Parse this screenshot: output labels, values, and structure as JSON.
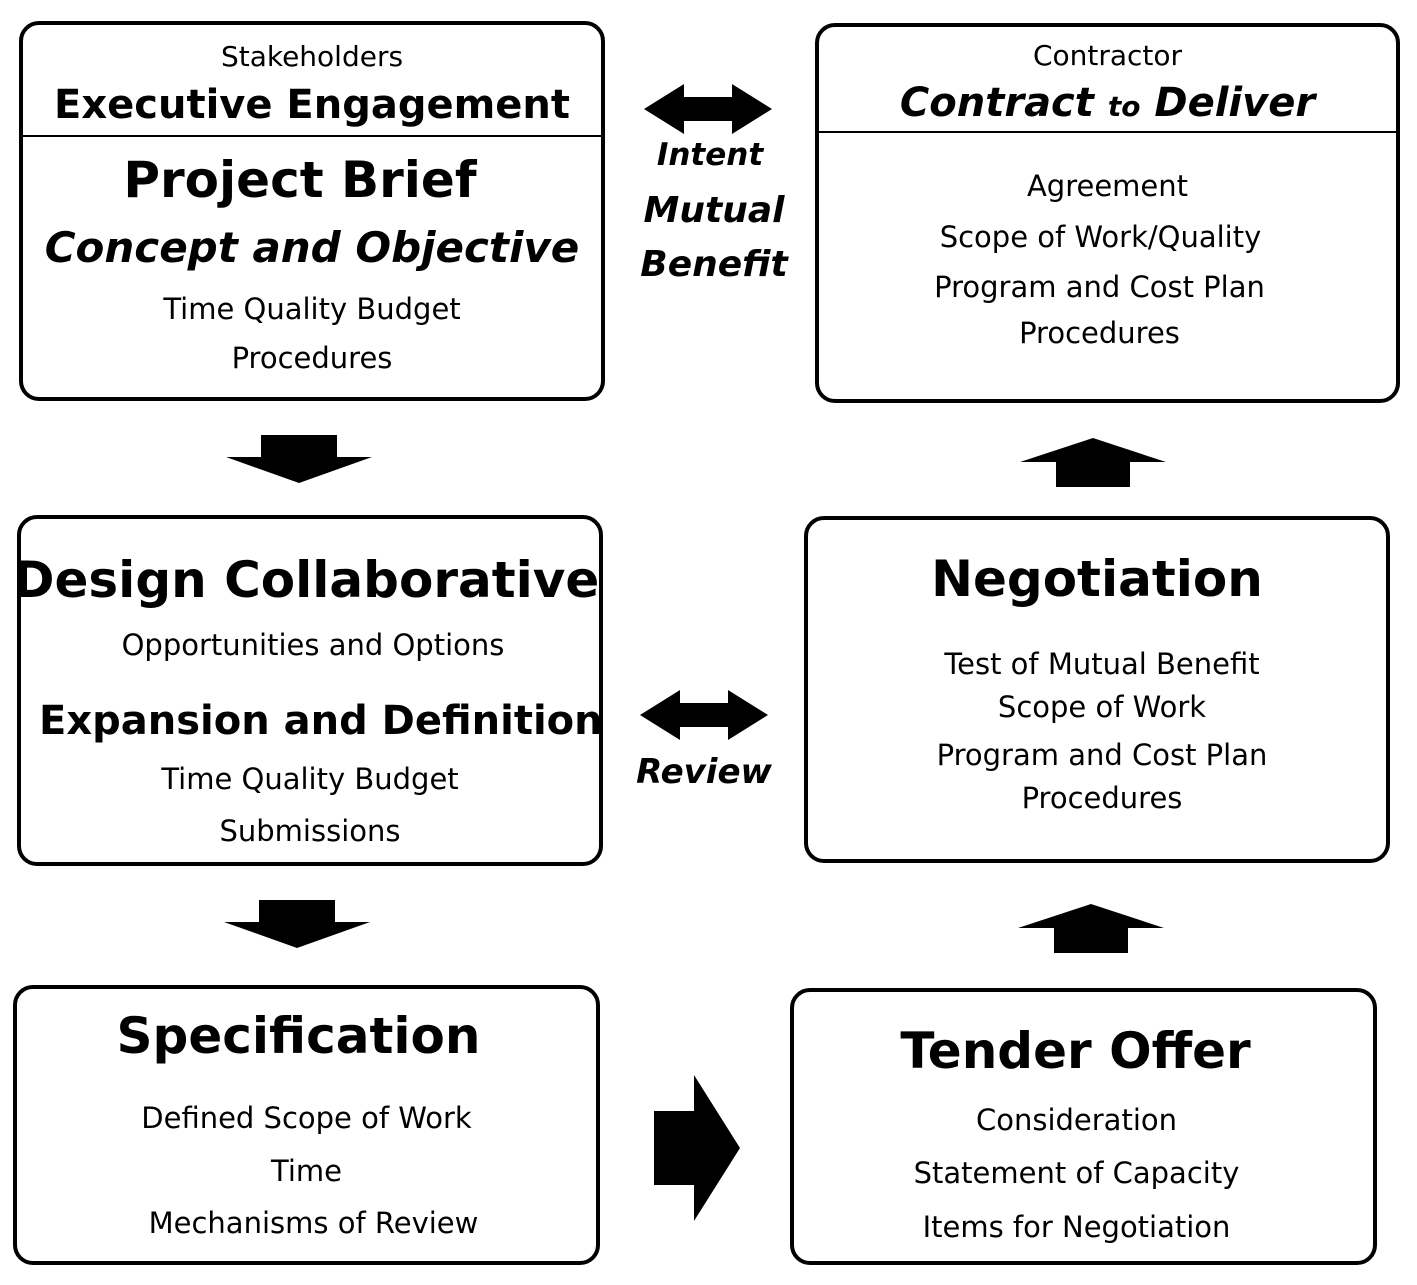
{
  "boxes": {
    "project_brief": {
      "header_small": "Stakeholders",
      "header_main": "Executive Engagement",
      "title": "Project Brief",
      "subtitle": "Concept and Objective",
      "items": [
        "Time Quality Budget",
        "Procedures"
      ]
    },
    "contract": {
      "header_small": "Contractor",
      "header_main_a": "Contract",
      "header_main_b": "to",
      "header_main_c": "Deliver",
      "items": [
        "Agreement",
        "Scope of Work/Quality",
        "Program and Cost Plan",
        "Procedures"
      ]
    },
    "design": {
      "title": "Design Collaborative",
      "line1": "Opportunities and Options",
      "subtitle": "Expansion and Definition",
      "items": [
        "Time Quality Budget",
        "Submissions"
      ]
    },
    "negotiation": {
      "title": "Negotiation",
      "items": [
        "Test of Mutual Benefit",
        "Scope of Work",
        "Program and Cost Plan",
        "Procedures"
      ]
    },
    "specification": {
      "title": "Specification",
      "items": [
        "Defined Scope of Work",
        "Time",
        "Mechanisms of Review"
      ]
    },
    "tender": {
      "title": "Tender Offer",
      "items": [
        "Consideration",
        "Statement of Capacity",
        "Items for Negotiation"
      ]
    }
  },
  "connectors": {
    "top_labels": [
      "Intent",
      "Mutual",
      "Benefit"
    ],
    "middle_label": "Review"
  }
}
